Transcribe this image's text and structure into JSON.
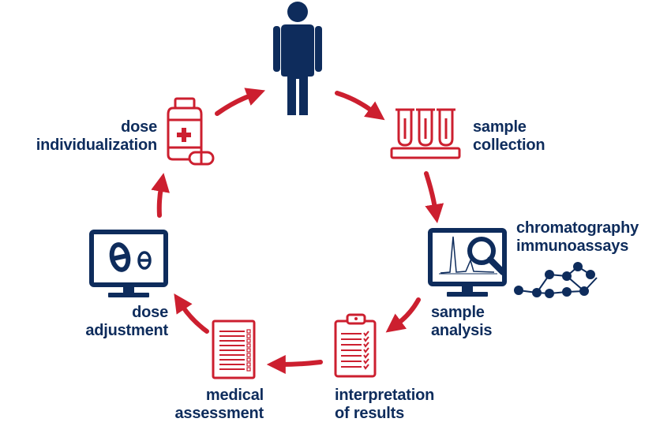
{
  "colors": {
    "navy": "#0e2c5c",
    "red": "#cc1f2f",
    "white": "#ffffff"
  },
  "icons": {
    "patient": "person-icon",
    "collection": "test-tubes-icon",
    "analysis": "monitor-magnifier-chromatogram-icon",
    "method": "molecule-icon",
    "interpretation": "clipboard-checklist-icon",
    "assessment": "report-document-icon",
    "adjustment": "monitor-theta-icon",
    "individualization": "medicine-bottle-pill-icon"
  },
  "labels": {
    "sample_collection": [
      "sample",
      "collection"
    ],
    "method": [
      "chromatography",
      "immunoassays"
    ],
    "sample_analysis": [
      "sample",
      "analysis"
    ],
    "interpretation": [
      "interpretation",
      "of results"
    ],
    "medical_assessment": [
      "medical",
      "assessment"
    ],
    "dose_adjustment": [
      "dose",
      "adjustment"
    ],
    "dose_individualization": [
      "dose",
      "individualization"
    ]
  }
}
